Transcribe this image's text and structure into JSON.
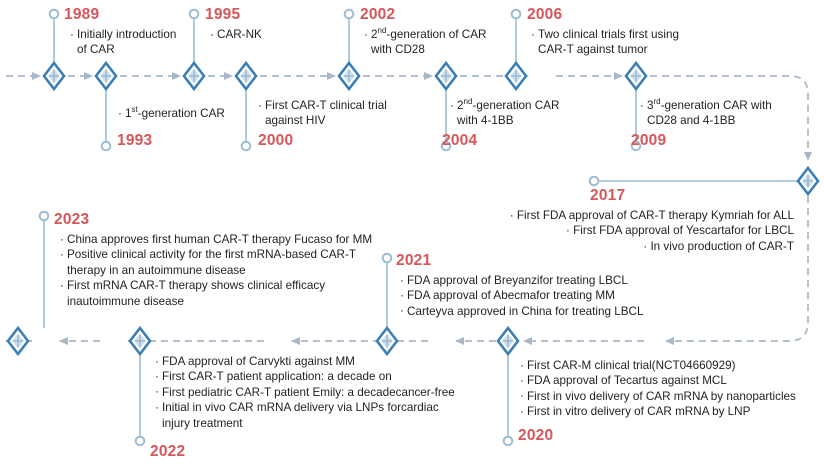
{
  "diagram": {
    "title": "CAR-T therapy development timeline",
    "colors": {
      "year_red": "#d6565a",
      "node_blue": "#3b7fb5",
      "node_fill": "#cfe0ee",
      "wire_gray": "#a9b8c6",
      "stem_blue": "#9dbdd4",
      "text_dark": "#231f20"
    }
  },
  "events": [
    {
      "id": "e1989",
      "year": "1989",
      "side": "above",
      "lines": [
        {
          "bullet": true,
          "text": "Initially introduction"
        },
        {
          "bullet": false,
          "text": "of CAR"
        }
      ]
    },
    {
      "id": "e1993",
      "year": "1993",
      "side": "below",
      "lines": [
        {
          "bullet": true,
          "pre": "1",
          "sup": "st",
          "text": "-generation CAR"
        }
      ]
    },
    {
      "id": "e1995",
      "year": "1995",
      "side": "above",
      "lines": [
        {
          "bullet": true,
          "text": "CAR-NK"
        }
      ]
    },
    {
      "id": "e2000",
      "year": "2000",
      "side": "below",
      "lines": [
        {
          "bullet": true,
          "text": "First  CAR-T clinical trial"
        },
        {
          "bullet": false,
          "text": "against HIV"
        }
      ]
    },
    {
      "id": "e2002",
      "year": "2002",
      "side": "above",
      "lines": [
        {
          "bullet": true,
          "pre": "2",
          "sup": "nd",
          "text": "-generation of CAR"
        },
        {
          "bullet": false,
          "text": "with CD28"
        }
      ]
    },
    {
      "id": "e2004",
      "year": "2004",
      "side": "below",
      "lines": [
        {
          "bullet": true,
          "pre": "2",
          "sup": "nd",
          "text": "-generation CAR"
        },
        {
          "bullet": false,
          "text": "with 4-1BB"
        }
      ]
    },
    {
      "id": "e2006",
      "year": "2006",
      "side": "above",
      "lines": [
        {
          "bullet": true,
          "text": "Two clinical trials first using"
        },
        {
          "bullet": false,
          "text": "CAR-T against tumor"
        }
      ]
    },
    {
      "id": "e2009",
      "year": "2009",
      "side": "below",
      "lines": [
        {
          "bullet": true,
          "pre": "3",
          "sup": "rd",
          "text": "-generation CAR with"
        },
        {
          "bullet": false,
          "text": "CD28 and 4-1BB"
        }
      ]
    },
    {
      "id": "e2017",
      "year": "2017",
      "side": "below-right",
      "lines": [
        {
          "bullet": true,
          "text": "First FDA approval of CAR-T therapy Kymriah for ALL"
        },
        {
          "bullet": true,
          "text": "First FDA approval of Yescartafor for LBCL"
        },
        {
          "bullet": true,
          "text": "In vivo production of CAR-T"
        }
      ]
    },
    {
      "id": "e2023",
      "year": "2023",
      "side": "below",
      "lines": [
        {
          "bullet": true,
          "text": "China approves first human CAR-T therapy Fucaso for MM"
        },
        {
          "bullet": true,
          "text": "Positive clinical activity for the first mRNA-based CAR-T"
        },
        {
          "bullet": false,
          "text": "therapy in an autoimmune disease"
        },
        {
          "bullet": true,
          "text": "First mRNA CAR-T therapy shows clinical efficacy"
        },
        {
          "bullet": false,
          "text": "inautoimmune disease"
        }
      ]
    },
    {
      "id": "e2021",
      "year": "2021",
      "side": "below",
      "lines": [
        {
          "bullet": true,
          "text": "FDA approval of Breyanzifor treating LBCL"
        },
        {
          "bullet": true,
          "text": "FDA approval of Abecmafor treating MM"
        },
        {
          "bullet": true,
          "text": "Carteyva approved in China for treating LBCL"
        }
      ]
    },
    {
      "id": "e2022",
      "year": "2022",
      "side": "below",
      "lines": [
        {
          "bullet": true,
          "text": "FDA approval of Carvykti against MM"
        },
        {
          "bullet": true,
          "text": "First CAR-T patient application: a decade on"
        },
        {
          "bullet": true,
          "text": "First pediatric CAR-T patient Emily: a decadecancer-free"
        },
        {
          "bullet": true,
          "text": "Initial in vivo CAR mRNA delivery via LNPs forcardiac"
        },
        {
          "bullet": false,
          "text": "injury treatment"
        }
      ]
    },
    {
      "id": "e2020",
      "year": "2020",
      "side": "below",
      "lines": [
        {
          "bullet": true,
          "text": "First CAR-M clinical trial(NCT04660929)"
        },
        {
          "bullet": true,
          "text": "FDA approval of Tecartus against MCL"
        },
        {
          "bullet": true,
          "text": "First in vivo delivery of CAR mRNA by nanoparticles"
        },
        {
          "bullet": true,
          "text": "First in vitro delivery of CAR mRNA by LNP"
        }
      ]
    }
  ]
}
